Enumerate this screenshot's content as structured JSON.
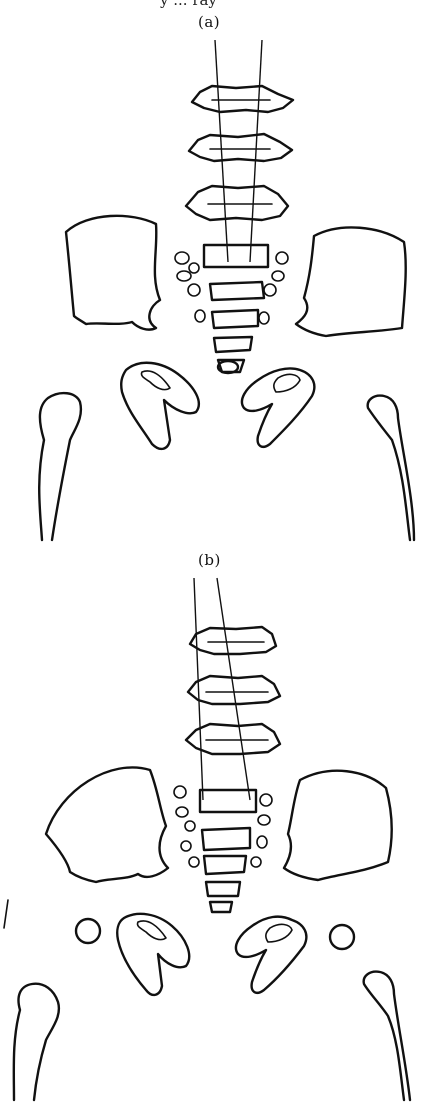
{
  "header_fragment": "y ... ray",
  "panels": [
    {
      "label": "(a)"
    },
    {
      "label": "(b)"
    }
  ],
  "colors": {
    "ink": "#111111",
    "paper": "#ffffff"
  }
}
